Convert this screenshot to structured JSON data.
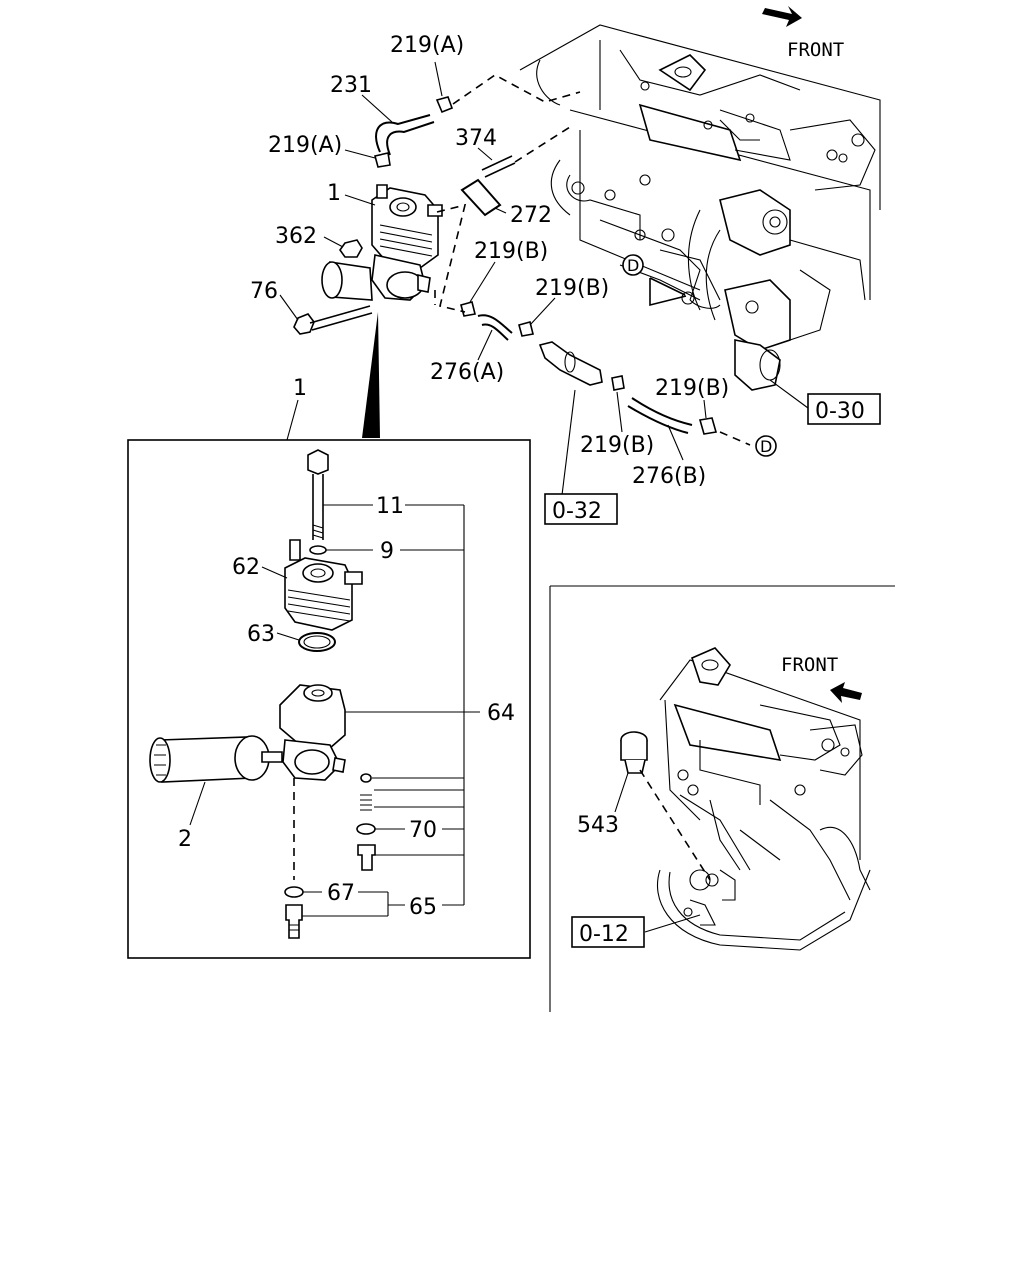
{
  "labels": {
    "front_top": "FRONT",
    "front_inset": "FRONT",
    "p219a_1": "219(A)",
    "p231": "231",
    "p219a_2": "219(A)",
    "p374": "374",
    "p1_top": "1",
    "p272": "272",
    "p362": "362",
    "p219b_1": "219(B)",
    "p219b_2": "219(B)",
    "p76": "76",
    "p276a": "276(A)",
    "p219b_3": "219(B)",
    "p219b_4": "219(B)",
    "p276b": "276(B)",
    "ref_030": "0-30",
    "ref_032": "0-32",
    "marker_d1": "D",
    "marker_d2": "D",
    "p1_detail": "1",
    "p11": "11",
    "p9": "9",
    "p62": "62",
    "p63": "63",
    "p64": "64",
    "p2": "2",
    "p70": "70",
    "p67": "67",
    "p65": "65",
    "p543": "543",
    "ref_012": "0-12"
  },
  "icons": {
    "front_arrow_top": "arrow-right-down-icon",
    "front_arrow_inset": "arrow-left-icon",
    "callout_pointer": "triangle-pointer-icon"
  }
}
